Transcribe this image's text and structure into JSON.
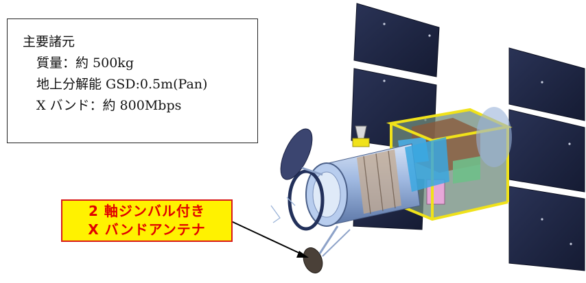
{
  "spec_box": {
    "title": "主要諸元",
    "mass": "質量：約 500kg",
    "resolution": "地上分解能 GSD:0.5m(Pan)",
    "xband": "X バンド：約 800Mbps"
  },
  "callout": {
    "line1": "2 軸ジンバル付き",
    "line2": "X バンドアンテナ"
  },
  "colors": {
    "panel": "#1c2440",
    "bus_frame": "#f0e21a",
    "telescope": "#8fa9d6",
    "callout_bg": "#fff200",
    "callout_text": "#e00000"
  }
}
